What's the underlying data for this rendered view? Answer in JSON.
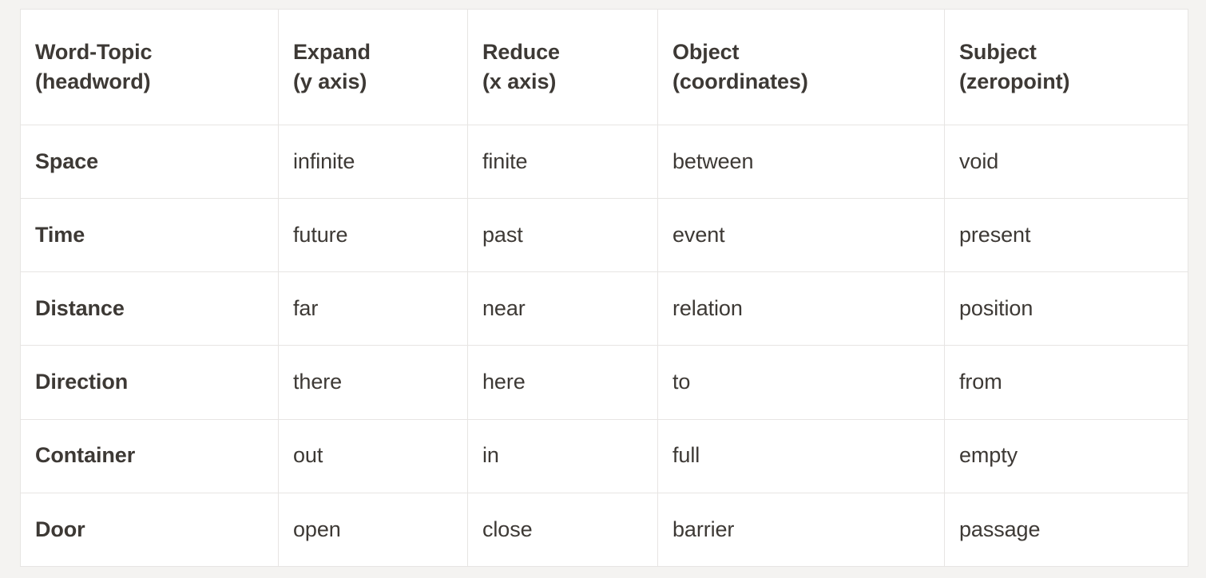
{
  "table": {
    "columns": [
      {
        "title": "Word-Topic",
        "subtitle": "(headword)"
      },
      {
        "title": "Expand",
        "subtitle": "(y axis)"
      },
      {
        "title": "Reduce",
        "subtitle": "(x axis)"
      },
      {
        "title": "Object",
        "subtitle": "(coordinates)"
      },
      {
        "title": "Subject",
        "subtitle": "(zeropoint)"
      }
    ],
    "rows": [
      {
        "headword": "Space",
        "expand": "infinite",
        "reduce": "finite",
        "object": "between",
        "subject": "void"
      },
      {
        "headword": "Time",
        "expand": "future",
        "reduce": "past",
        "object": "event",
        "subject": "present"
      },
      {
        "headword": "Distance",
        "expand": "far",
        "reduce": "near",
        "object": "relation",
        "subject": "position"
      },
      {
        "headword": "Direction",
        "expand": "there",
        "reduce": "here",
        "object": "to",
        "subject": "from"
      },
      {
        "headword": "Container",
        "expand": "out",
        "reduce": "in",
        "object": "full",
        "subject": "empty"
      },
      {
        "headword": "Door",
        "expand": "open",
        "reduce": "close",
        "object": "barrier",
        "subject": "passage"
      }
    ]
  },
  "colors": {
    "text": "#3d3935",
    "border": "#e7e5e3",
    "cell_background": "#ffffff",
    "page_background": "#f4f3f1"
  }
}
